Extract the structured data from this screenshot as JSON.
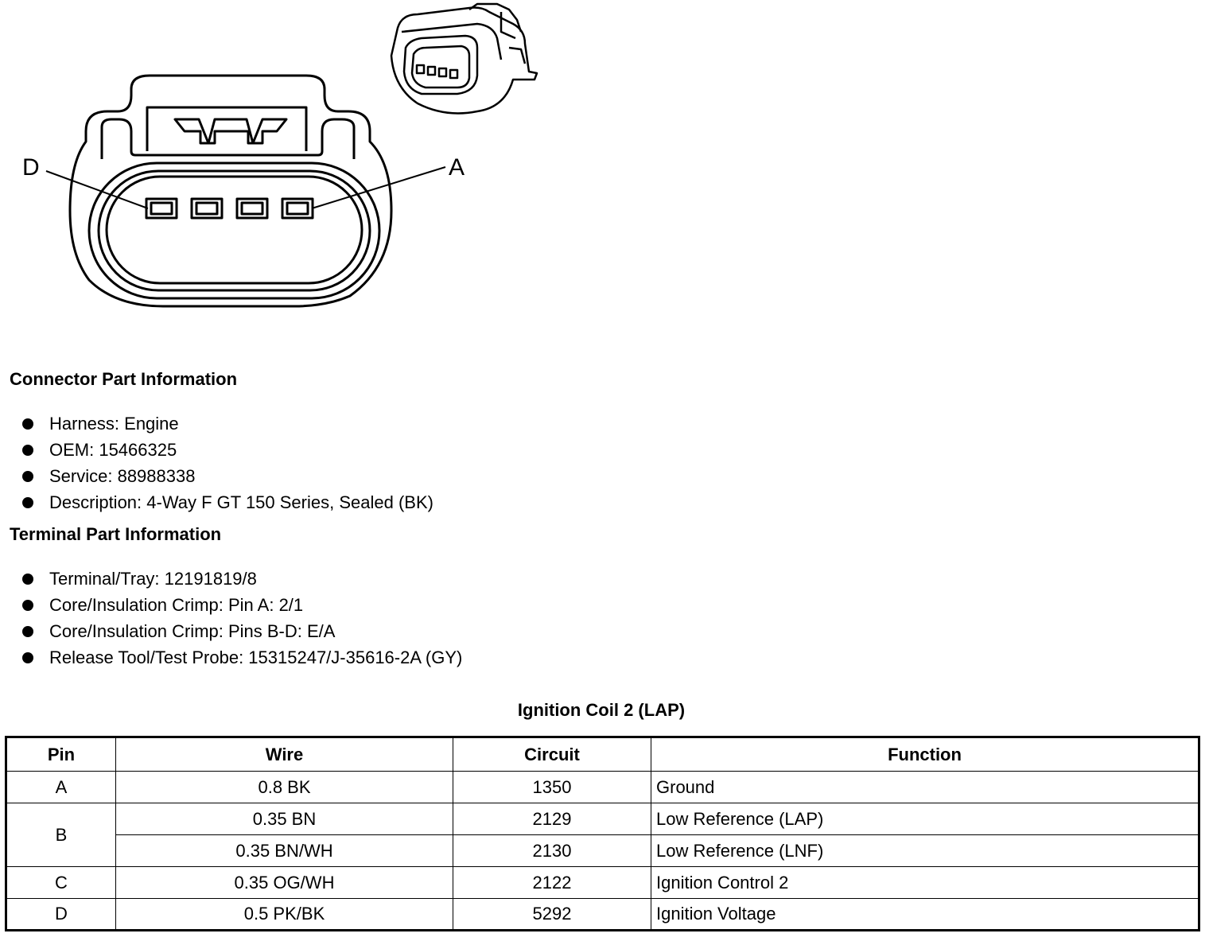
{
  "diagram": {
    "pin_label_left": "D",
    "pin_label_right": "A"
  },
  "connector_info": {
    "heading": "Connector Part Information",
    "items": [
      "Harness: Engine",
      "OEM: 15466325",
      "Service: 88988338",
      "Description: 4-Way F GT 150 Series, Sealed (BK)"
    ]
  },
  "terminal_info": {
    "heading": "Terminal Part Information",
    "items": [
      "Terminal/Tray: 12191819/8",
      "Core/Insulation Crimp: Pin A: 2/1",
      "Core/Insulation Crimp: Pins B-D: E/A",
      "Release Tool/Test Probe: 15315247/J-35616-2A (GY)"
    ]
  },
  "table": {
    "title": "Ignition Coil 2 (LAP)",
    "headers": [
      "Pin",
      "Wire",
      "Circuit",
      "Function"
    ],
    "rows": [
      {
        "pin": "A",
        "wire": "0.8 BK",
        "circuit": "1350",
        "function": "Ground"
      },
      {
        "pin": "B",
        "wire": "0.35 BN",
        "circuit": "2129",
        "function": "Low Reference (LAP)"
      },
      {
        "pin": "",
        "wire": "0.35 BN/WH",
        "circuit": "2130",
        "function": "Low Reference (LNF)"
      },
      {
        "pin": "C",
        "wire": "0.35 OG/WH",
        "circuit": "2122",
        "function": "Ignition Control 2"
      },
      {
        "pin": "D",
        "wire": "0.5 PK/BK",
        "circuit": "5292",
        "function": "Ignition Voltage"
      }
    ]
  }
}
